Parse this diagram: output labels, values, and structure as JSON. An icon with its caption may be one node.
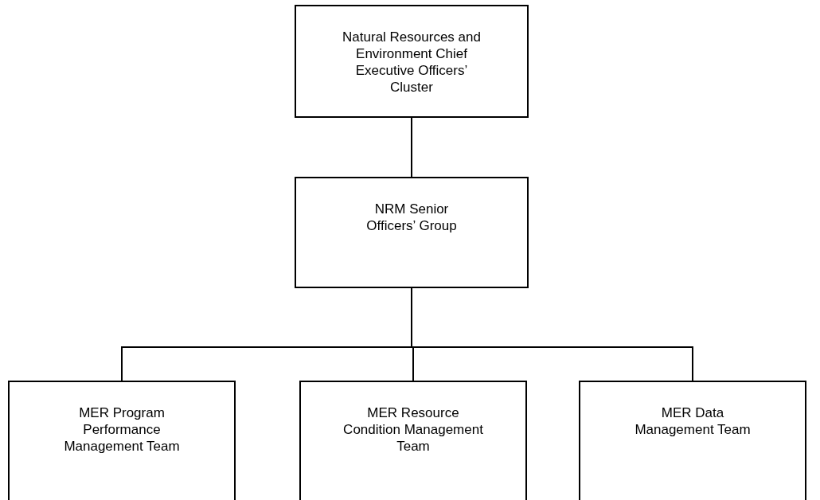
{
  "diagram": {
    "nodes": [
      {
        "text": [
          "Natural Resources and Environment Chief Executive Officers’ Cluster"
        ]
      },
      {
        "text": [
          "NRM Senior Officers’ Group"
        ]
      },
      {
        "text": [
          "MER Program Performance Management Team"
        ]
      },
      {
        "text": [
          "MER Resource Condition Management Team"
        ]
      },
      {
        "text": [
          "MER Data Management Team"
        ]
      }
    ],
    "edges": [
      {
        "from": 0,
        "to": 1,
        "arrow": "none"
      },
      {
        "from": 1,
        "to": 2,
        "arrow": "none"
      },
      {
        "from": 1,
        "to": 3,
        "arrow": "none"
      },
      {
        "from": 1,
        "to": 4,
        "arrow": "none"
      }
    ]
  }
}
